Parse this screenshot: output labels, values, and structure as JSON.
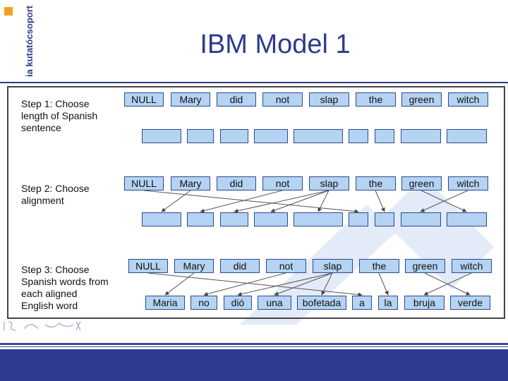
{
  "header": {
    "vertical_text": "ia kutatócsoport",
    "title": "IBM Model 1"
  },
  "steps": [
    {
      "label": "Step 1: Choose\nlength of Spanish\nsentence"
    },
    {
      "label": "Step 2: Choose\nalignment"
    },
    {
      "label": "Step 3: Choose\nSpanish words from\neach aligned\nEnglish word"
    }
  ],
  "english_words": [
    "NULL",
    "Mary",
    "did",
    "not",
    "slap",
    "the",
    "green",
    "witch"
  ],
  "spanish_words": [
    "Maria",
    "no",
    "dió",
    "una",
    "bofetada",
    "a",
    "la",
    "bruja",
    "verde"
  ],
  "alignment": [
    [
      1,
      0
    ],
    [
      3,
      1
    ],
    [
      4,
      2
    ],
    [
      4,
      3
    ],
    [
      4,
      4
    ],
    [
      0,
      5
    ],
    [
      5,
      6
    ],
    [
      7,
      7
    ],
    [
      6,
      8
    ]
  ],
  "colors": {
    "accent": "#2e3a8c",
    "box_fill": "#b5d3f2",
    "box_border": "#2b4a8c",
    "logo": "#f0a020"
  }
}
